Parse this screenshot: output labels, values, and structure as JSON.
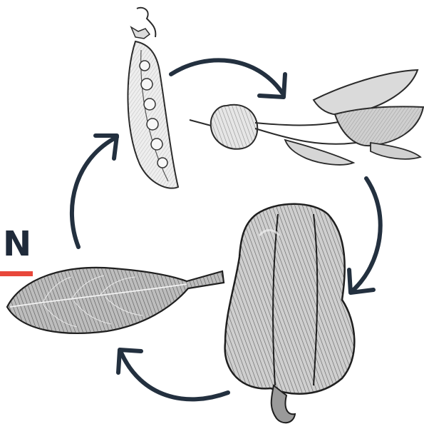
{
  "logo": {
    "letter": "N",
    "text_color": "#1f2a3a",
    "bar_color": "#e8473b"
  },
  "colors": {
    "arrow": "#23303f",
    "sketch_line": "#2a2a2a",
    "sketch_fill": "#f4f4f4",
    "sketch_shade": "#8a8a8a"
  },
  "cycle": {
    "stages": [
      {
        "name": "pea-pod",
        "icon": "pea-pod-sketch"
      },
      {
        "name": "radish",
        "icon": "radish-sketch"
      },
      {
        "name": "bell-pepper",
        "icon": "bell-pepper-sketch"
      },
      {
        "name": "spinach-leaf",
        "icon": "leaf-sketch"
      }
    ],
    "direction": "clockwise"
  }
}
